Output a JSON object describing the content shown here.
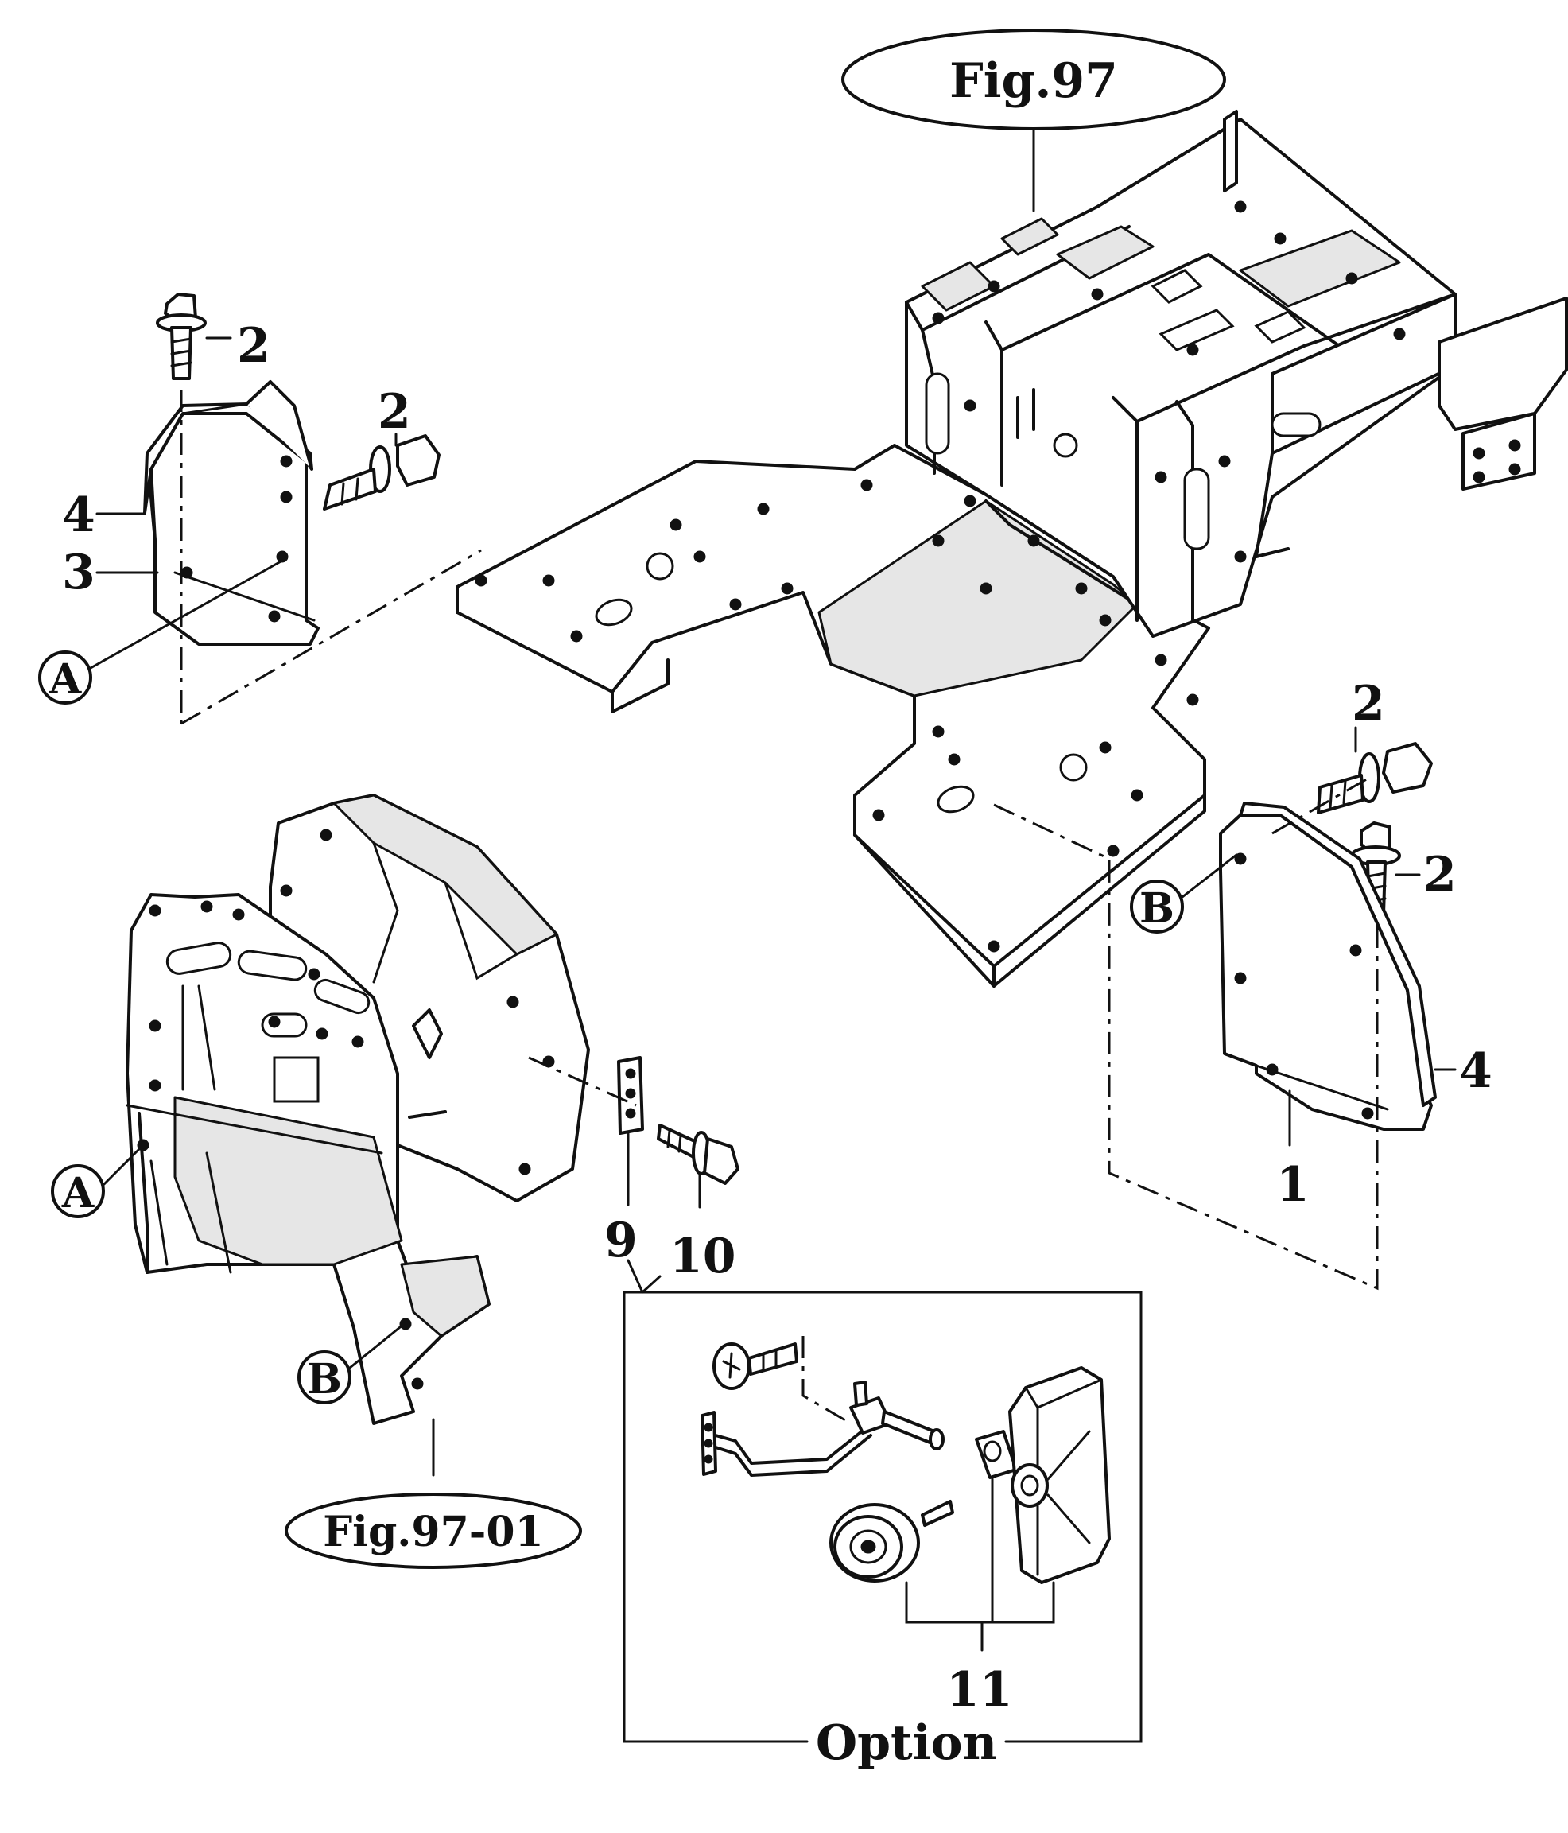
{
  "figure_refs": {
    "main_frame": "Fig.97",
    "step_panel": "Fig.97-01"
  },
  "connection_markers": {
    "a": "A",
    "b": "B"
  },
  "callouts": {
    "left_bolt_top": "2",
    "left_bolt_side": "2",
    "left_cover": "4",
    "left_bracket": "3",
    "right_bolt_top": "2",
    "right_bolt_side": "2",
    "right_cover": "4",
    "right_bracket": "1",
    "clip": "9",
    "clip_bolt": "10",
    "mirror_kit": "11"
  },
  "option_box": {
    "label": "Option"
  }
}
